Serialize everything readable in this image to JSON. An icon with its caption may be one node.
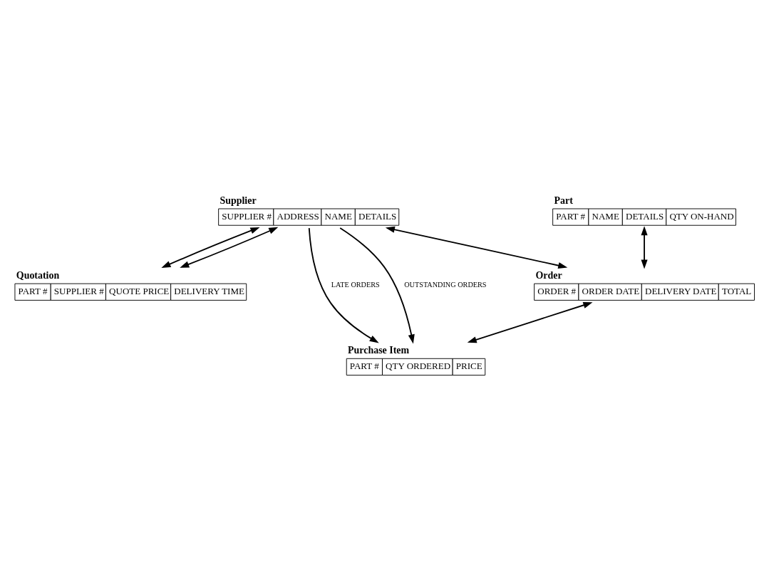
{
  "diagram": {
    "nodes": [
      {
        "text": [
          "Supplier",
          "SUPPLIER #",
          "ADDRESS",
          "NAME",
          "DETAILS"
        ]
      },
      {
        "text": [
          "Part",
          "PART #",
          "NAME",
          "DETAILS",
          "QTY ON-HAND"
        ]
      },
      {
        "text": [
          "Quotation",
          "PART #",
          "SUPPLIER #",
          "QUOTE PRICE",
          "DELIVERY TIME"
        ]
      },
      {
        "text": [
          "Order",
          "ORDER #",
          "ORDER DATE",
          "DELIVERY DATE",
          "TOTAL"
        ]
      },
      {
        "text": [
          "Purchase Item",
          "PART #",
          "QTY ORDERED",
          "PRICE"
        ]
      }
    ],
    "edges": [
      {
        "from": 0,
        "to": 4,
        "arrow": "to",
        "label": "LATE ORDERS"
      },
      {
        "from": 0,
        "to": 4,
        "arrow": "to",
        "label": "OUTSTANDING ORDERS"
      },
      {
        "from": 0,
        "to": 3,
        "arrow": "both"
      },
      {
        "from": 0,
        "to": 2,
        "arrow": "both"
      },
      {
        "from": 0,
        "to": 2,
        "arrow": "both"
      },
      {
        "from": 1,
        "to": 3,
        "arrow": "both"
      },
      {
        "from": 3,
        "to": 4,
        "arrow": "both"
      }
    ]
  }
}
